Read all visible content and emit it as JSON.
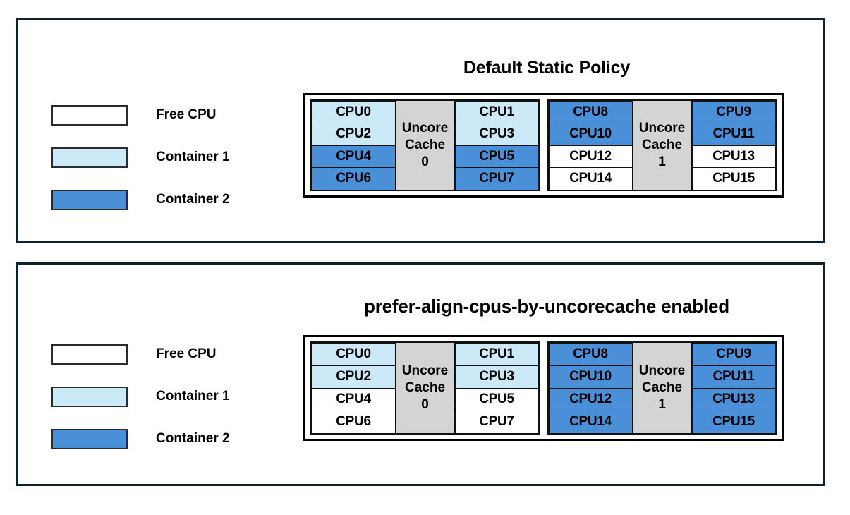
{
  "colors": {
    "free_cpu": "#ffffff",
    "container_1": "#cce9f7",
    "container_2": "#4a90d9",
    "uncore_cache": "#d4d4d4",
    "panel_border": "#0d2330",
    "grid_border": "#000000"
  },
  "legend": {
    "items": [
      {
        "label": "Free CPU",
        "key": "free"
      },
      {
        "label": "Container 1",
        "key": "c1"
      },
      {
        "label": "Container 2",
        "key": "c2"
      }
    ]
  },
  "panels": [
    {
      "title": "Default Static Policy",
      "groups": [
        {
          "cache_label_line1": "Uncore",
          "cache_label_line2": "Cache",
          "cache_label_line3": "0",
          "left_column": [
            {
              "label": "CPU0",
              "fill": "c1"
            },
            {
              "label": "CPU2",
              "fill": "c1"
            },
            {
              "label": "CPU4",
              "fill": "c2"
            },
            {
              "label": "CPU6",
              "fill": "c2"
            }
          ],
          "right_column": [
            {
              "label": "CPU1",
              "fill": "c1"
            },
            {
              "label": "CPU3",
              "fill": "c1"
            },
            {
              "label": "CPU5",
              "fill": "c2"
            },
            {
              "label": "CPU7",
              "fill": "c2"
            }
          ]
        },
        {
          "cache_label_line1": "Uncore",
          "cache_label_line2": "Cache",
          "cache_label_line3": "1",
          "left_column": [
            {
              "label": "CPU8",
              "fill": "c2"
            },
            {
              "label": "CPU10",
              "fill": "c2"
            },
            {
              "label": "CPU12",
              "fill": "free"
            },
            {
              "label": "CPU14",
              "fill": "free"
            }
          ],
          "right_column": [
            {
              "label": "CPU9",
              "fill": "c2"
            },
            {
              "label": "CPU11",
              "fill": "c2"
            },
            {
              "label": "CPU13",
              "fill": "free"
            },
            {
              "label": "CPU15",
              "fill": "free"
            }
          ]
        }
      ]
    },
    {
      "title": "prefer-align-cpus-by-uncorecache enabled",
      "groups": [
        {
          "cache_label_line1": "Uncore",
          "cache_label_line2": "Cache",
          "cache_label_line3": "0",
          "left_column": [
            {
              "label": "CPU0",
              "fill": "c1"
            },
            {
              "label": "CPU2",
              "fill": "c1"
            },
            {
              "label": "CPU4",
              "fill": "free"
            },
            {
              "label": "CPU6",
              "fill": "free"
            }
          ],
          "right_column": [
            {
              "label": "CPU1",
              "fill": "c1"
            },
            {
              "label": "CPU3",
              "fill": "c1"
            },
            {
              "label": "CPU5",
              "fill": "free"
            },
            {
              "label": "CPU7",
              "fill": "free"
            }
          ]
        },
        {
          "cache_label_line1": "Uncore",
          "cache_label_line2": "Cache",
          "cache_label_line3": "1",
          "left_column": [
            {
              "label": "CPU8",
              "fill": "c2"
            },
            {
              "label": "CPU10",
              "fill": "c2"
            },
            {
              "label": "CPU12",
              "fill": "c2"
            },
            {
              "label": "CPU14",
              "fill": "c2"
            }
          ],
          "right_column": [
            {
              "label": "CPU9",
              "fill": "c2"
            },
            {
              "label": "CPU11",
              "fill": "c2"
            },
            {
              "label": "CPU13",
              "fill": "c2"
            },
            {
              "label": "CPU15",
              "fill": "c2"
            }
          ]
        }
      ]
    }
  ]
}
